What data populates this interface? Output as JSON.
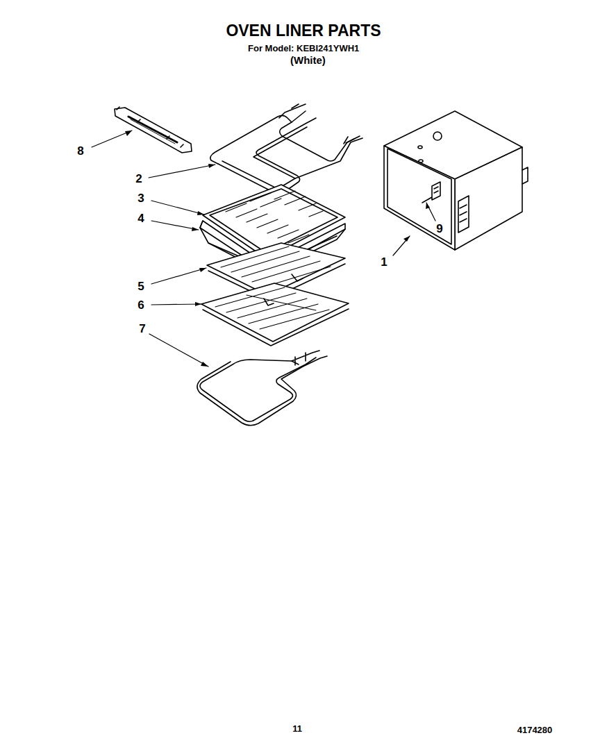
{
  "diagram": {
    "title": "OVEN LINER PARTS",
    "labels": [
      "For Model: KEBI241YWH1",
      "(White)",
      "8",
      "2",
      "3",
      "4",
      "5",
      "6",
      "7",
      "1",
      "9",
      "11",
      "4174280"
    ]
  }
}
